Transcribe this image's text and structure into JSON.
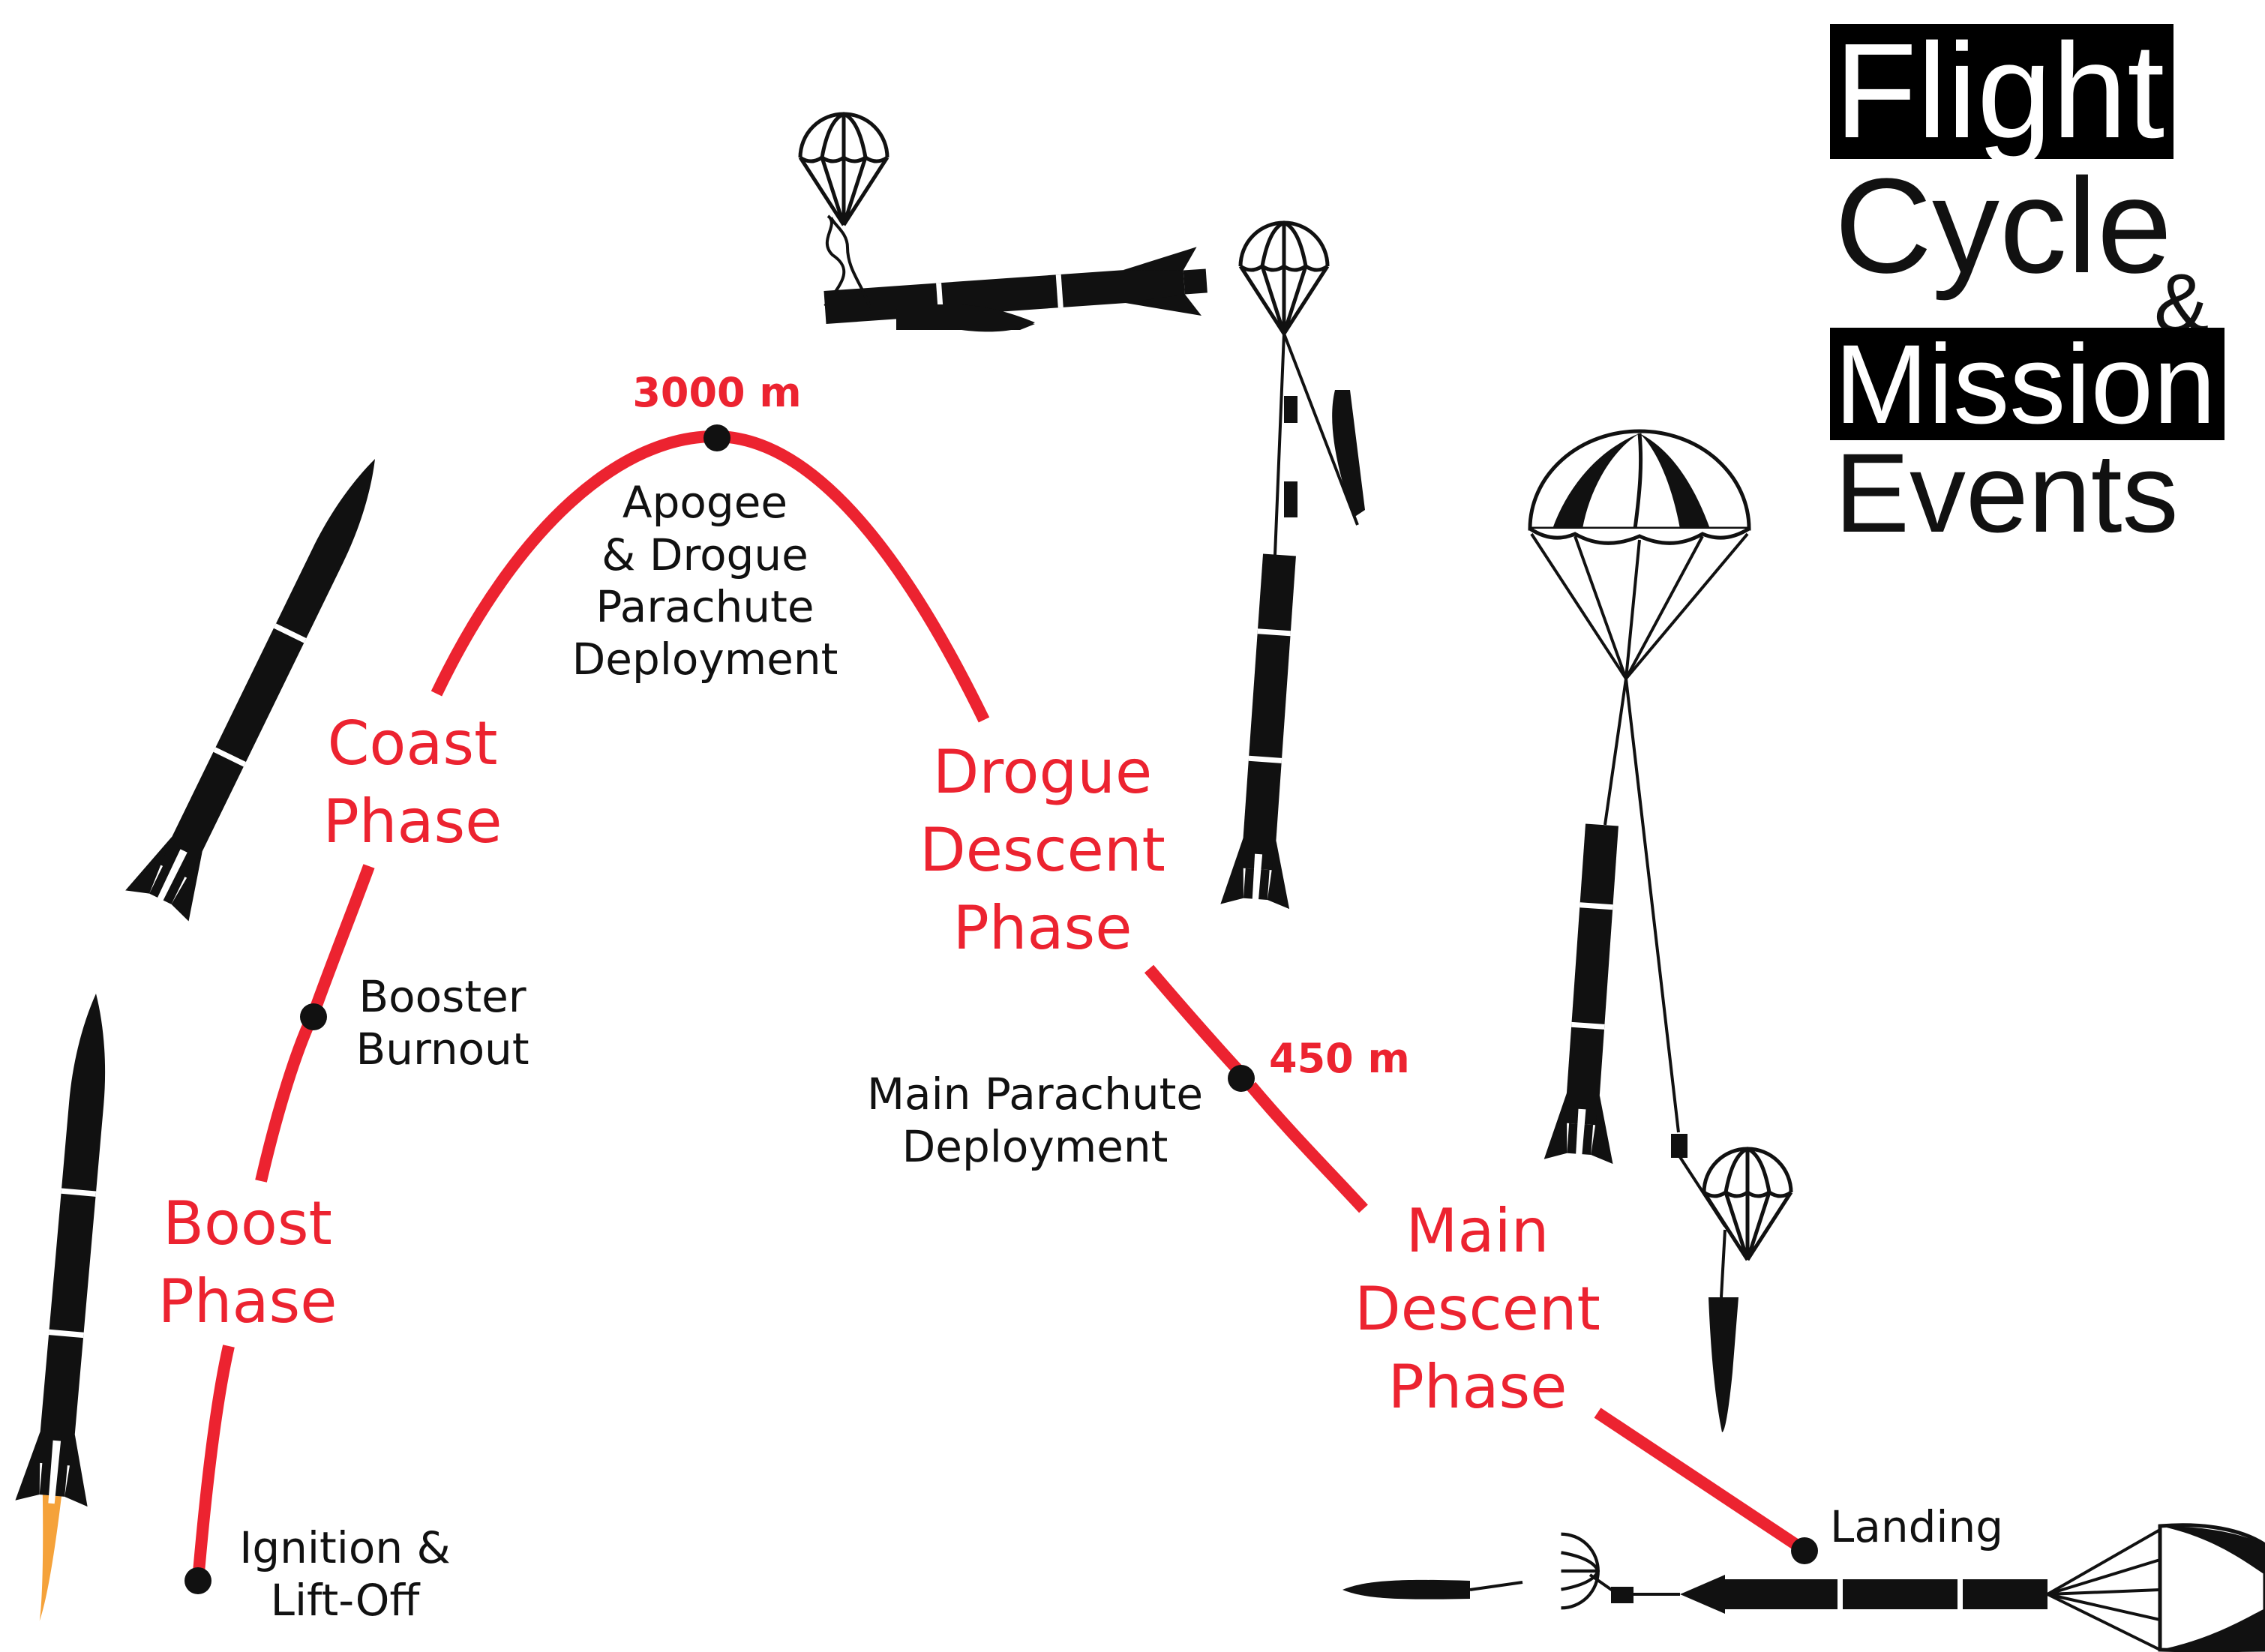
{
  "title": {
    "line1": "Flight",
    "line2": "Cycle",
    "amp": "&",
    "line3": "Mission",
    "line4": "Events"
  },
  "phases": {
    "boost": "Boost\nPhase",
    "coast": "Coast\nPhase",
    "drogue": "Drogue\nDescent\nPhase",
    "main": "Main\nDescent\nPhase"
  },
  "events": {
    "ignition": "Ignition &\nLift-Off",
    "burnout": "Booster\nBurnout",
    "apogee": "Apogee\n& Drogue\nParachute\nDeployment",
    "main_deploy": "Main Parachute\nDeployment",
    "landing": "Landing"
  },
  "altitudes": {
    "apogee": "3000 m",
    "main_deploy": "450 m"
  },
  "colors": {
    "accent": "#ec2330",
    "ink": "#111111",
    "background": "#ffffff",
    "flame": "#f5a23a"
  }
}
